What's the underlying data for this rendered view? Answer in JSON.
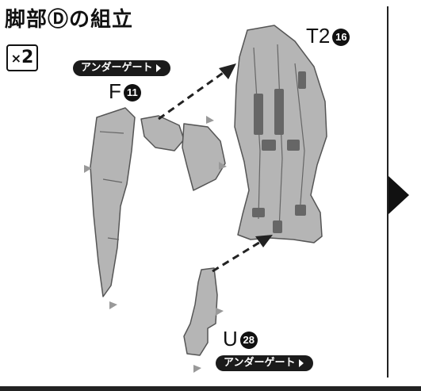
{
  "title": "脚部Ⓓの組立",
  "quantity": {
    "prefix": "×",
    "count": "2"
  },
  "gate_label_top": "アンダーゲート",
  "gate_label_bottom": "アンダーゲート",
  "parts": {
    "f": {
      "letter": "F",
      "number": "11"
    },
    "t": {
      "letter": "T2",
      "number": "16"
    },
    "u": {
      "letter": "U",
      "number": "28"
    }
  },
  "colors": {
    "part_fill": "#b5b5b5",
    "outline": "#555555",
    "ink": "#111111"
  }
}
